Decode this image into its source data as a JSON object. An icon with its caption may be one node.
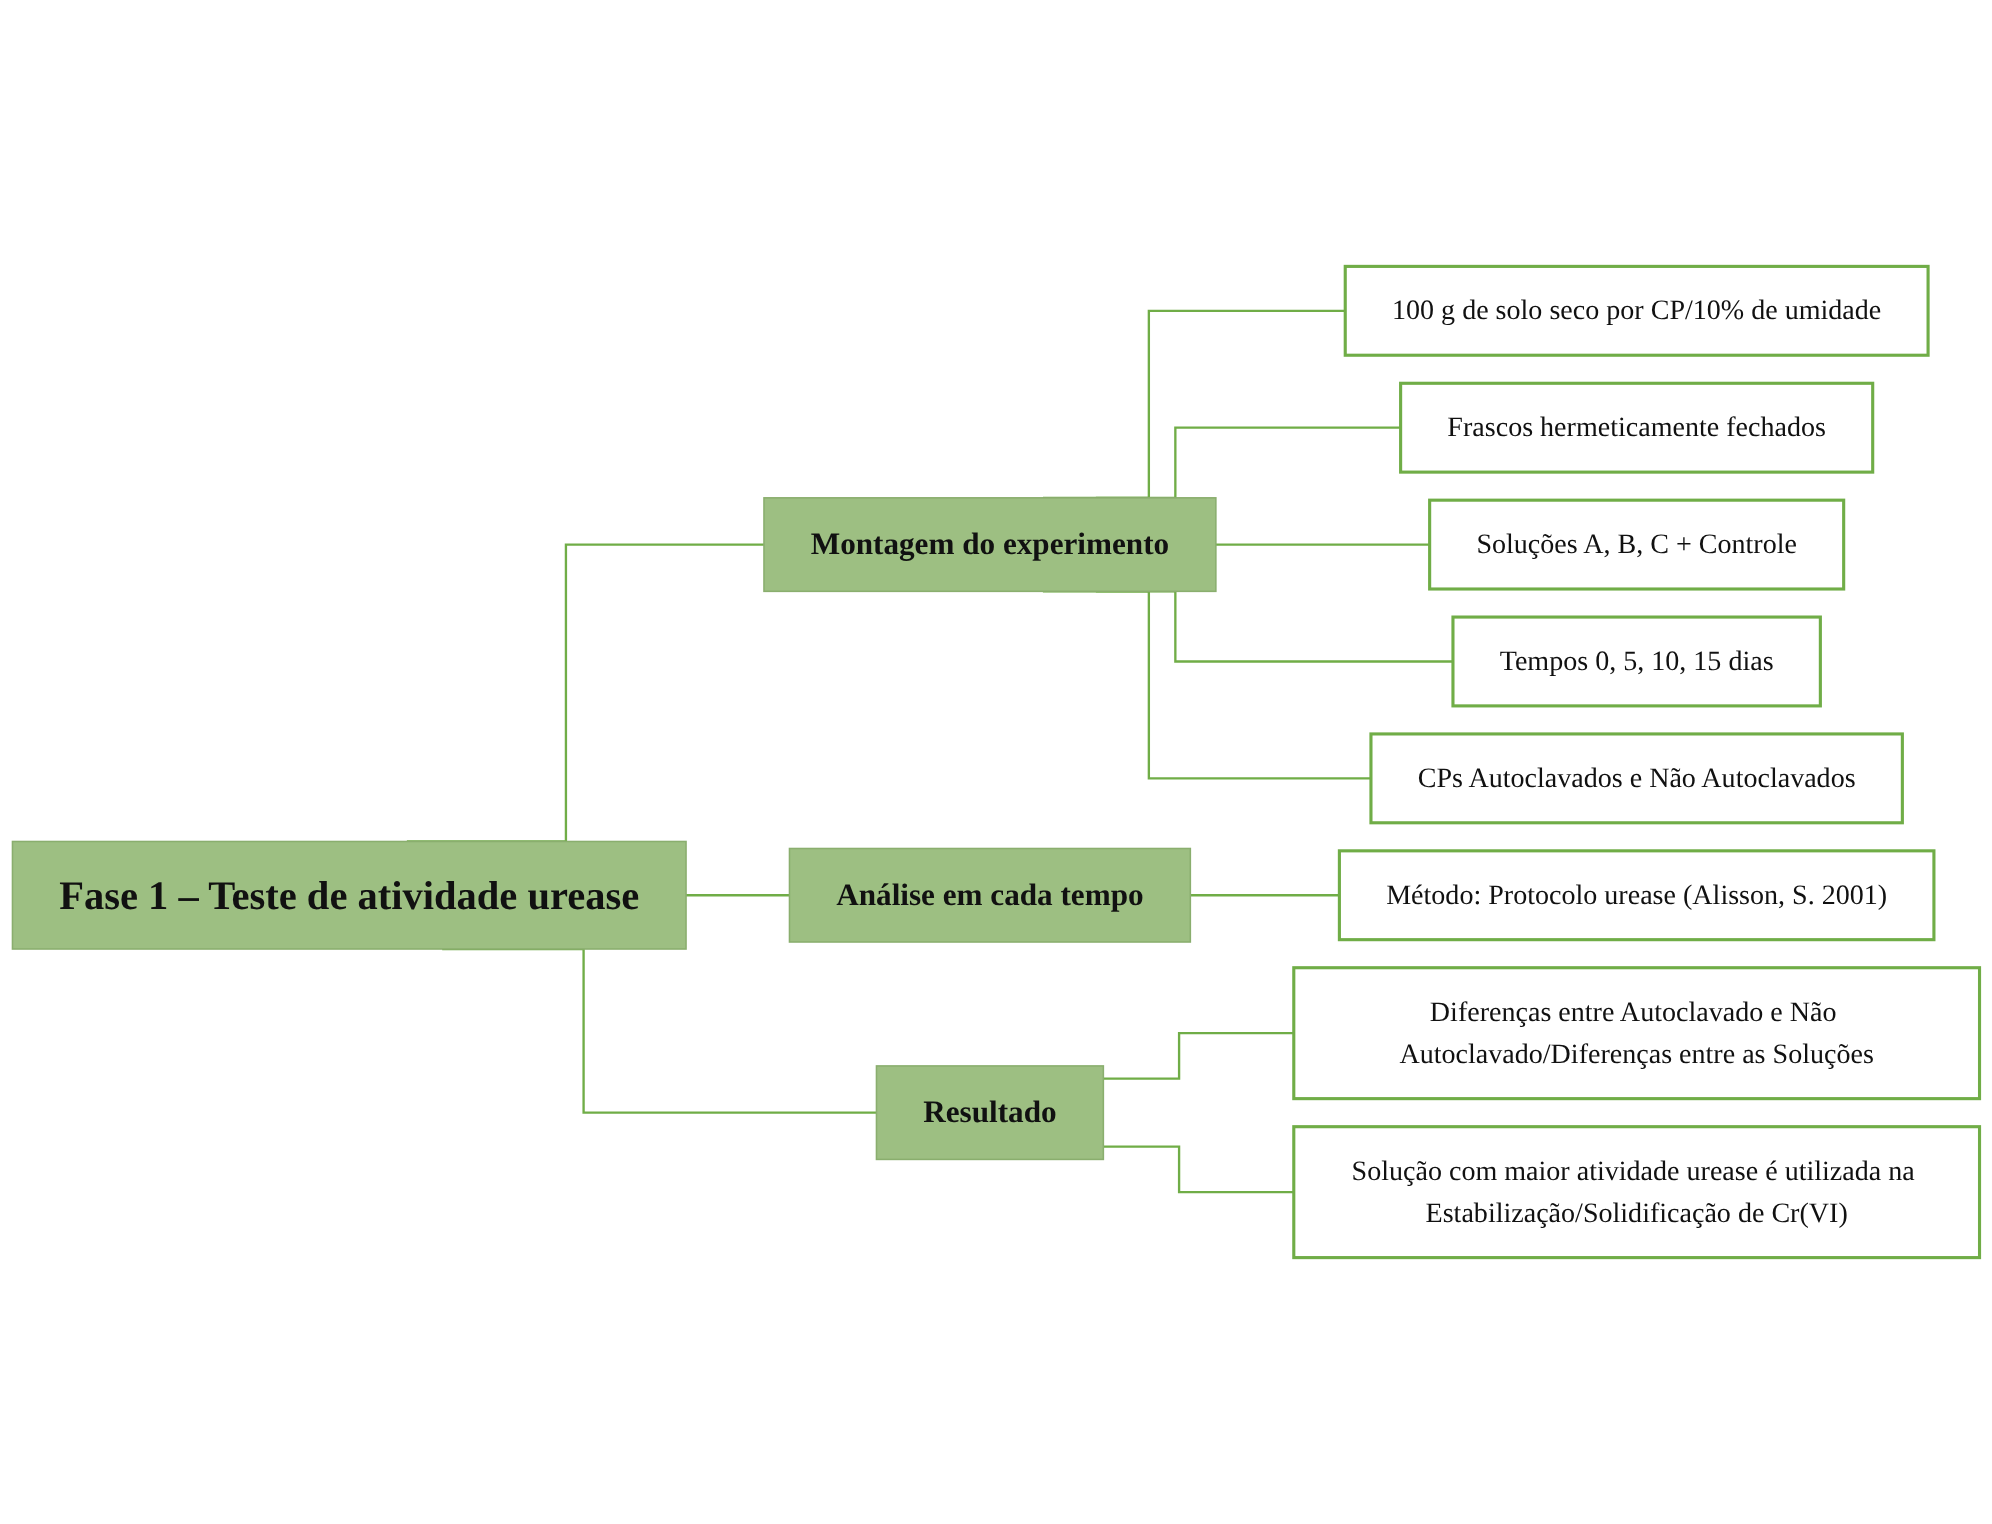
{
  "diagram": {
    "nodes": [
      {
        "text": [
          "Fase 1 – Teste de atividade urease"
        ]
      },
      {
        "text": [
          "Montagem do experimento"
        ]
      },
      {
        "text": [
          "Análise em cada tempo"
        ]
      },
      {
        "text": [
          "Resultado"
        ]
      },
      {
        "text": [
          "100 g de solo seco por CP/10% de umidade"
        ]
      },
      {
        "text": [
          "Frascos hermeticamente fechados"
        ]
      },
      {
        "text": [
          "Soluções A, B, C + Controle"
        ]
      },
      {
        "text": [
          "Tempos 0, 5, 10, 15 dias"
        ]
      },
      {
        "text": [
          "CPs Autoclavados e Não Autoclavados"
        ]
      },
      {
        "text": [
          "Método: Protocolo urease (Alisson, S. 2001)"
        ]
      },
      {
        "text": [
          "Diferenças entre Autoclavado e Não Autoclavado/Diferenças entre as Soluções"
        ]
      },
      {
        "text": [
          "Solução com maior atividade urease é utilizada na Estabilização/Solidificação de Cr(VI)"
        ]
      }
    ],
    "edges": [
      {
        "from": 0,
        "to": 1,
        "arrow": "none"
      },
      {
        "from": 0,
        "to": 2,
        "arrow": "none"
      },
      {
        "from": 0,
        "to": 3,
        "arrow": "none"
      },
      {
        "from": 1,
        "to": 4,
        "arrow": "none"
      },
      {
        "from": 1,
        "to": 5,
        "arrow": "none"
      },
      {
        "from": 1,
        "to": 6,
        "arrow": "none"
      },
      {
        "from": 1,
        "to": 7,
        "arrow": "none"
      },
      {
        "from": 1,
        "to": 8,
        "arrow": "none"
      },
      {
        "from": 2,
        "to": 9,
        "arrow": "none"
      },
      {
        "from": 3,
        "to": 10,
        "arrow": "none"
      },
      {
        "from": 3,
        "to": 11,
        "arrow": "none"
      }
    ]
  }
}
